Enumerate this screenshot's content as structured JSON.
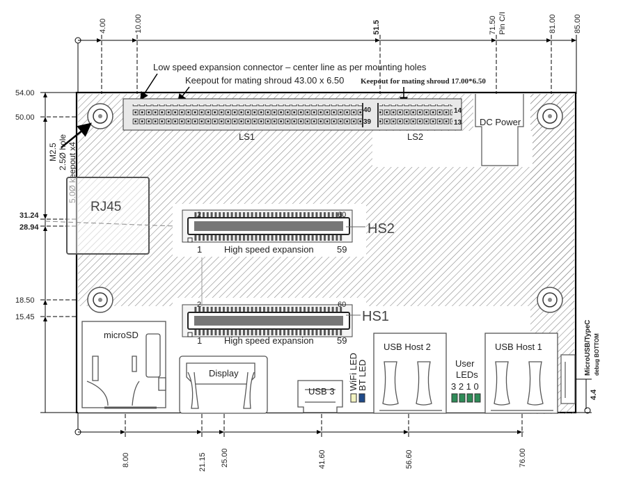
{
  "top_dims": [
    "4.00",
    "10.00",
    "51.5",
    "71.50",
    "Pin C/I",
    "81.00",
    "85.00"
  ],
  "bottom_dims": [
    "8.00",
    "21.15",
    "25.00",
    "41.60",
    "56.60",
    "76.00"
  ],
  "left_dims": [
    "54.00",
    "50.00",
    "31.24",
    "28.94",
    "18.50",
    "15.45"
  ],
  "right_dims": [
    "4.4"
  ],
  "annotations": {
    "low_speed": "Low speed expansion connector – center line as per mounting holes",
    "keepout_ls1": "Keepout for mating shroud 43.00 x 6.50",
    "keepout_ls2": "Keepout for mating shroud 17.00*6.50",
    "mount_hole": [
      "M2.5",
      "2.5Ø hole",
      "5.0Ø keepout x4"
    ],
    "microusb": "MicroUSB/TypeC",
    "debug": "debug BOTTOM"
  },
  "labels": {
    "ls1": "LS1",
    "ls2": "LS2",
    "dc_power": "DC Power",
    "rj45": "RJ45",
    "hs1": "HS1",
    "hs2": "HS2",
    "high_speed": "High speed expansion",
    "microsd": "microSD",
    "display": "Display",
    "usb3": "USB 3",
    "usb_host_2": "USB Host 2",
    "usb_host_1": "USB Host 1",
    "user": "User",
    "leds": "LEDs",
    "led_nums": "3 2 1 0",
    "wifi_led": "WiFi LED",
    "bt_led": "BT LED"
  },
  "pins": {
    "ls_40": "40",
    "ls_39": "39",
    "ls_14": "14",
    "ls_13": "13",
    "hs_2": "2",
    "hs_60": "60",
    "hs_1": "1",
    "hs_59": "59"
  }
}
